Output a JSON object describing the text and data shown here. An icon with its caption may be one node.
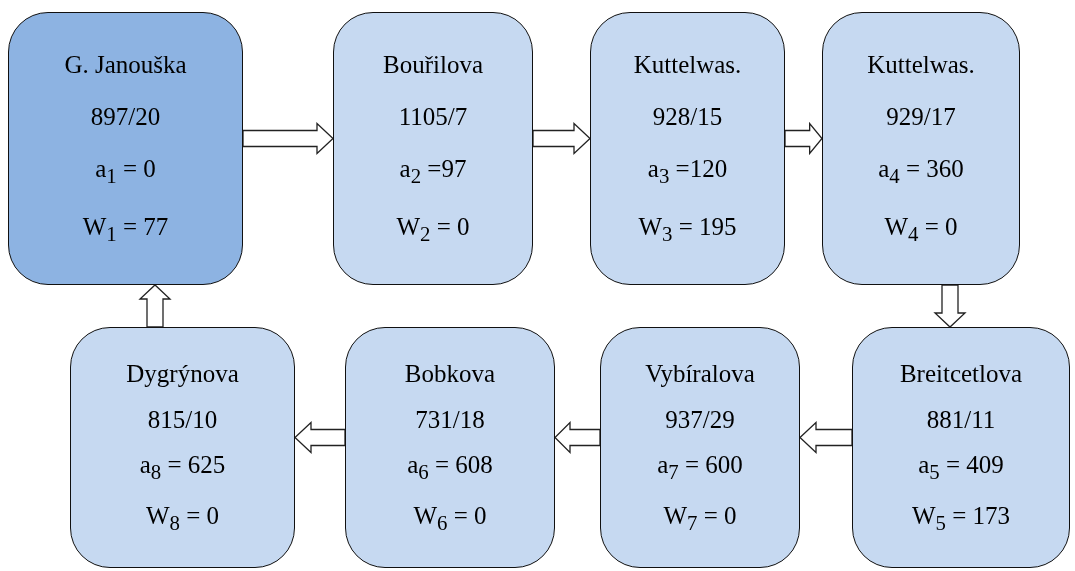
{
  "diagram": {
    "nodes": [
      {
        "text": [
          "G. Janouška",
          "897/20",
          "a$_{1}$ = 0",
          "W$_{1}$ = 77"
        ]
      },
      {
        "text": [
          "Bouřilova",
          "1105/7",
          "a$_{2}$ =97",
          "W$_{2}$ = 0"
        ]
      },
      {
        "text": [
          "Kuttelwas.",
          "928/15",
          "a$_{3}$ =120",
          "W$_{3}$ = 195"
        ]
      },
      {
        "text": [
          "Kuttelwas.",
          "929/17",
          "a$_{4}$ = 360",
          "W$_{4}$ = 0"
        ]
      },
      {
        "text": [
          "Dygrýnova",
          "815/10",
          "a$_{8}$ = 625",
          "W$_{8}$ = 0"
        ]
      },
      {
        "text": [
          "Bobkova",
          "731/18",
          "a$_{6}$ = 608",
          "W$_{6}$ = 0"
        ]
      },
      {
        "text": [
          "Vybíralova",
          "937/29",
          "a$_{7}$ = 600",
          "W$_{7}$ = 0"
        ]
      },
      {
        "text": [
          "Breitcetlova",
          "881/11",
          "a$_{5}$ = 409",
          "W$_{5}$ = 173"
        ]
      }
    ],
    "edges": [
      {
        "from": 0,
        "to": 1,
        "arrow": "to"
      },
      {
        "from": 1,
        "to": 2,
        "arrow": "to"
      },
      {
        "from": 2,
        "to": 3,
        "arrow": "to"
      },
      {
        "from": 3,
        "to": 7,
        "arrow": "to"
      },
      {
        "from": 7,
        "to": 6,
        "arrow": "to"
      },
      {
        "from": 6,
        "to": 5,
        "arrow": "to"
      },
      {
        "from": 5,
        "to": 4,
        "arrow": "to"
      },
      {
        "from": 4,
        "to": 0,
        "arrow": "to"
      }
    ]
  }
}
